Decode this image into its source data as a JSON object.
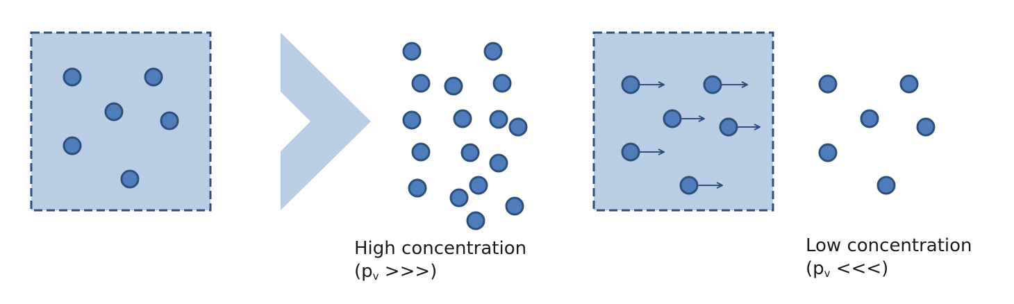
{
  "colors": {
    "box_fill": "#b9cde4",
    "box_border": "#2c4f7c",
    "molecule_fill": "#4f7cba",
    "molecule_stroke": "#2c4f7c",
    "arrow_fill": "#b9cde4",
    "velocity_arrow": "#2c4f7c"
  },
  "high": {
    "line1": "High concentration",
    "pv_prefix": "(p",
    "pv_sub": "v",
    "pv_suffix": " >>>)"
  },
  "low": {
    "line1": "Low concentration",
    "pv_prefix": "(p",
    "pv_sub": "v",
    "pv_suffix": " <<<)"
  }
}
